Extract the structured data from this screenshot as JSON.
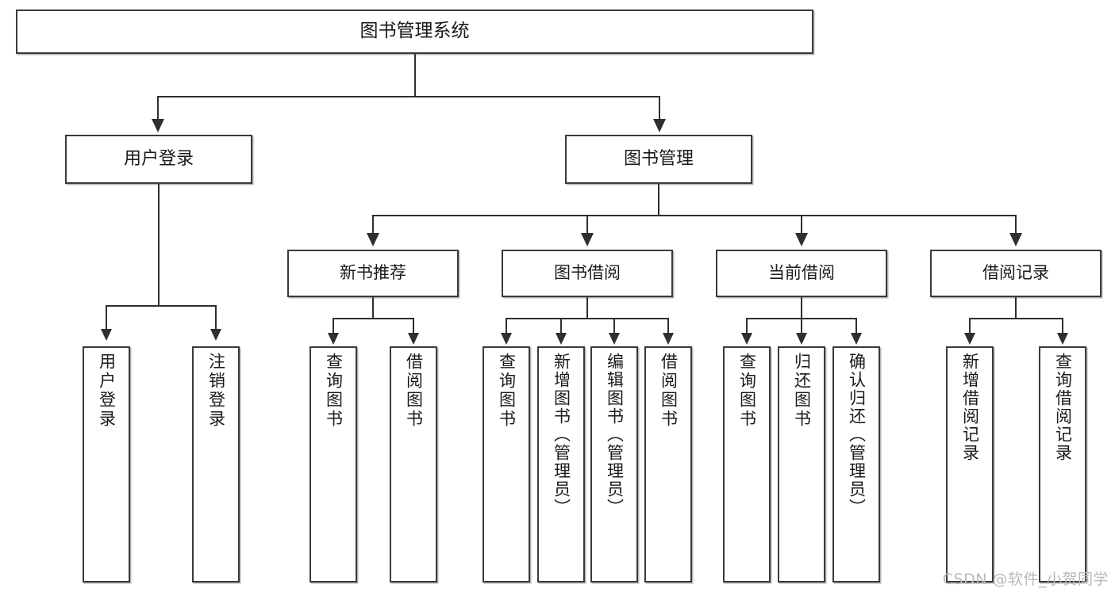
{
  "diagram": {
    "type": "tree",
    "title": "图书管理系统",
    "root": {
      "id": "root",
      "label": "图书管理系统"
    },
    "level2": [
      {
        "id": "user-login",
        "label": "用户登录"
      },
      {
        "id": "book-management",
        "label": "图书管理"
      }
    ],
    "level3": [
      {
        "id": "new-book-recommend",
        "label": "新书推荐"
      },
      {
        "id": "book-borrow",
        "label": "图书借阅"
      },
      {
        "id": "current-borrow",
        "label": "当前借阅"
      },
      {
        "id": "borrow-record",
        "label": "借阅记录"
      }
    ],
    "leaves": {
      "user_login": [
        {
          "id": "leaf-user-login",
          "label": "用户登录"
        },
        {
          "id": "leaf-user-logout",
          "label": "注销登录"
        }
      ],
      "new_book_recommend": [
        {
          "id": "leaf-query-book-1",
          "label": "查询图书"
        },
        {
          "id": "leaf-borrow-book-1",
          "label": "借阅图书"
        }
      ],
      "book_borrow": [
        {
          "id": "leaf-query-book-2",
          "label": "查询图书"
        },
        {
          "id": "leaf-add-book",
          "label": "新增图书（管理员）"
        },
        {
          "id": "leaf-edit-book",
          "label": "编辑图书（管理员）"
        },
        {
          "id": "leaf-borrow-book-2",
          "label": "借阅图书"
        }
      ],
      "current_borrow": [
        {
          "id": "leaf-query-book-3",
          "label": "查询图书"
        },
        {
          "id": "leaf-return-book",
          "label": "归还图书"
        },
        {
          "id": "leaf-confirm-return",
          "label": "确认归还（管理员）"
        }
      ],
      "borrow_record": [
        {
          "id": "leaf-add-record",
          "label": "新增借阅记录"
        },
        {
          "id": "leaf-query-record",
          "label": "查询借阅记录"
        }
      ]
    }
  },
  "watermark": {
    "text": "CSDN @软件_小贺同学"
  },
  "colors": {
    "box_border": "#3a3a3a",
    "connector": "#2f2f2f",
    "text": "#1a1a1a",
    "background": "#ffffff",
    "watermark": "#b9b9b9"
  }
}
